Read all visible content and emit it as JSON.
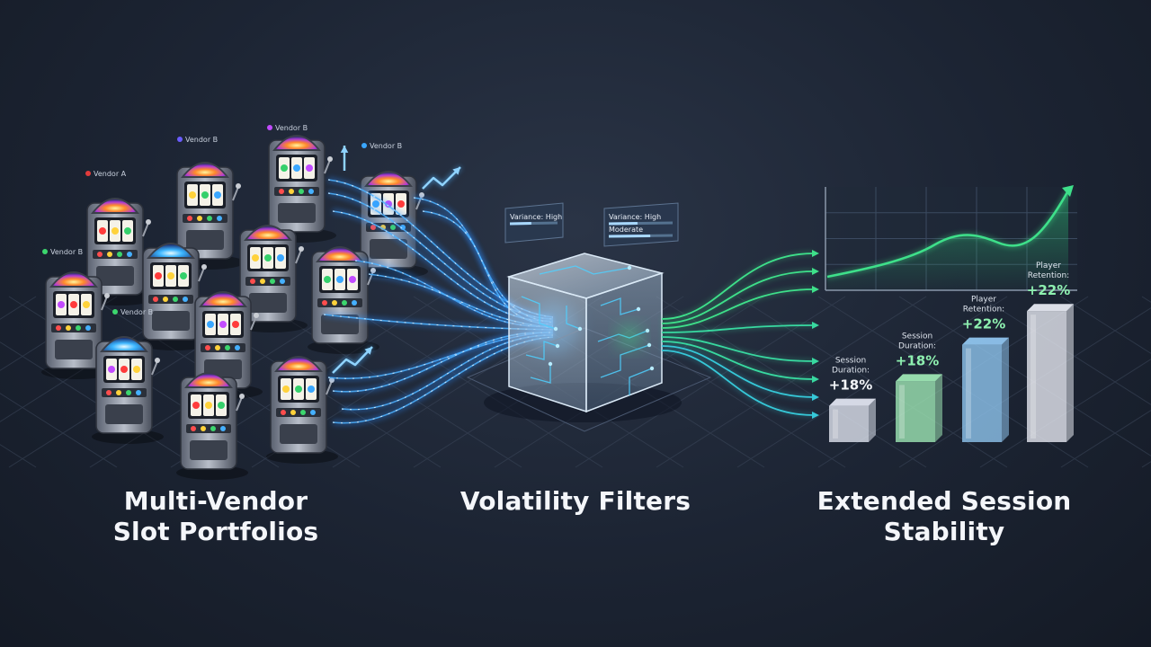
{
  "captions": {
    "left": [
      "Multi-Vendor",
      "Slot Portfolios"
    ],
    "middle": "Volatility Filters",
    "right": [
      "Extended Session",
      "Stability"
    ]
  },
  "vendor_labels": [
    "Vendor A",
    "Vendor B",
    "Vendor B",
    "Vendor B",
    "Vendor B",
    "Vendor B"
  ],
  "filter_panels": [
    {
      "lines": [
        "Variance: High"
      ]
    },
    {
      "lines": [
        "Variance: High",
        "Moderate"
      ]
    }
  ],
  "bar_metrics": [
    {
      "label": [
        "Session",
        "Duration:"
      ],
      "value": "+18%",
      "level": 0.12,
      "color": "#dfe3ef",
      "value_color": "#f2f4f8"
    },
    {
      "label": [
        "Session",
        "Duration:"
      ],
      "value": "+18%",
      "level": 0.28,
      "color": "#9ee6b4",
      "value_color": "#8ef0b0"
    },
    {
      "label": [
        "Player",
        "Retention:"
      ],
      "value": "+22%",
      "level": 0.52,
      "color": "#8fc4ee",
      "value_color": "#8ef0b0"
    },
    {
      "label": [
        "Player",
        "Retention:"
      ],
      "value": "+22%",
      "level": 0.74,
      "color": "#e6e9f1",
      "value_color": "#8ef0b0"
    }
  ],
  "colors": {
    "flow_blue": "#4fb3ff",
    "flow_green": "#3ee08a",
    "trend_line": "#3ee08a",
    "cube": "#cfe4f5"
  }
}
